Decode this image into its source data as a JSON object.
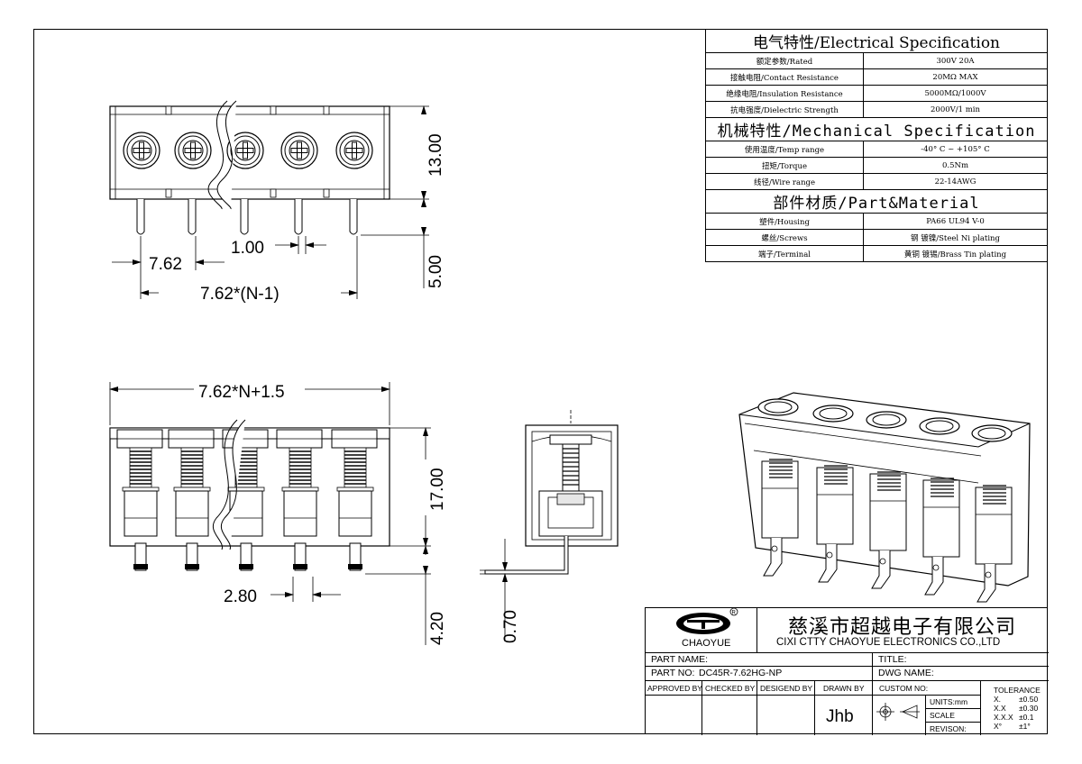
{
  "spec_table": {
    "electrical_title": "电气特性/Electrical Specification",
    "mechanical_title": "机械特性/Mechanical Specification",
    "part_title": "部件材质/Part&Material",
    "electrical_rows": [
      {
        "label": "额定参数/Rated",
        "value": "300V  20A"
      },
      {
        "label": "接触电阻/Contact Resistance",
        "value": "20MΩ MAX"
      },
      {
        "label": "绝缘电阻/Insulation Resistance",
        "value": "5000MΩ/1000V"
      },
      {
        "label": "抗电强度/Dielectric Strength",
        "value": "2000V/1 min"
      }
    ],
    "mechanical_rows": [
      {
        "label": "使用温度/Temp range",
        "value": "-40° C ~ +105° C"
      },
      {
        "label": "扭矩/Torque",
        "value": "0.5Nm"
      },
      {
        "label": "线径/Wire range",
        "value": "22-14AWG"
      }
    ],
    "part_rows": [
      {
        "label": "塑件/Housing",
        "value": "PA66 UL94 V-0"
      },
      {
        "label": "螺丝/Screws",
        "value": "钢 镀镍/Steel Ni plating"
      },
      {
        "label": "端子/Terminal",
        "value": "黄铜 镀锡/Brass Tin  plating"
      }
    ]
  },
  "dimensions": {
    "pitch": "7.62",
    "pin_width": "1.00",
    "span": "7.62*(N-1)",
    "top_height": "13.00",
    "pin_length": "5.00",
    "overall_length": "7.62*N+1.5",
    "front_height": "17.00",
    "pin_gap": "2.80",
    "pin_tail": "4.20",
    "lead_thickness": "0.70"
  },
  "title_block": {
    "logo_text": "CHAOYUE",
    "company_cn": "慈溪市超越电子有限公司",
    "company_en": "CIXI CTTY CHAOYUE ELECTRONICS CO.,LTD",
    "part_name_label": "PART NAME:",
    "title_label": "TITLE:",
    "part_no_label": "PART NO:",
    "part_no_value": "DC45R-7.62HG-NP",
    "dwg_name_label": "DWG NAME:",
    "approved_by": "APPROVED BY",
    "checked_by": "CHECKED BY",
    "designed_by": "DESIGEND BY",
    "drawn_by": "DRAWN BY",
    "drawn_by_value": "Jhb",
    "custom_no": "CUSTOM NO:",
    "units": "UNITS:mm",
    "scale": "SCALE",
    "revision": "REVISON:",
    "tolerance_title": "TOLERANCE",
    "tolerance_rows": [
      {
        "k": "X.",
        "v": "±0.50"
      },
      {
        "k": "X.X",
        "v": "±0.30"
      },
      {
        "k": "X.X.X",
        "v": "±0.1"
      },
      {
        "k": "X°",
        "v": "±1°"
      }
    ]
  },
  "colors": {
    "line": "#000000",
    "background": "#ffffff",
    "fill": "#e6e6e6"
  }
}
